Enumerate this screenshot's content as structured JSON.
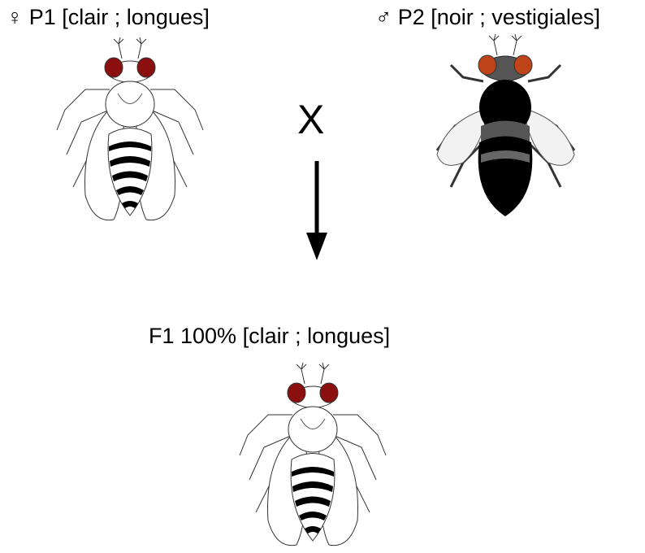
{
  "parents": {
    "p1": {
      "symbol": "♀",
      "label": "♀ P1 [clair ; longues]",
      "body_color": "#ffffff",
      "eye_color": "#8b0f0f"
    },
    "p2": {
      "symbol": "♂",
      "label": "♂ P2 [noir ; vestigiales]",
      "body_color": "#000000",
      "eye_color": "#c0441a"
    }
  },
  "cross_symbol": "X",
  "offspring": {
    "label": "F1 100% [clair ; longues]",
    "body_color": "#ffffff",
    "eye_color": "#8b0f0f"
  },
  "icons": [
    "fly-light-long-wings",
    "fly-dark-vestigial-wings",
    "arrow-down-icon"
  ]
}
